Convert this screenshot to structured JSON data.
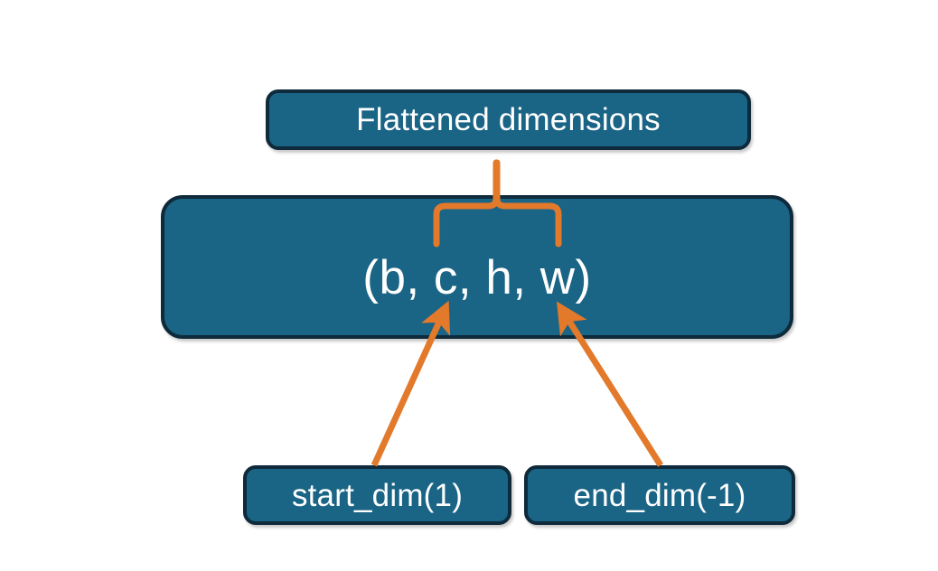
{
  "diagram": {
    "title": "Flatten dimensions diagram",
    "background_color": "#ffffff",
    "node_fill_color": "#1A6485",
    "node_border_color": "#0E2A3B",
    "node_text_color": "#ffffff",
    "connector_color": "#E2792B",
    "nodes": {
      "flattened": {
        "label": "Flattened dimensions"
      },
      "tuple": {
        "label": "(b, c, h, w)"
      },
      "start_dim": {
        "label": "start_dim(1)"
      },
      "end_dim": {
        "label": "end_dim(-1)"
      }
    },
    "connectors": {
      "brace": {
        "name": "curly-brace-up",
        "from": "tuple-inner-dims",
        "to": "flattened"
      },
      "arrow_start": {
        "name": "arrow-up-right",
        "from": "start_dim",
        "to": "tuple-c"
      },
      "arrow_end": {
        "name": "arrow-up-left",
        "from": "end_dim",
        "to": "tuple-w"
      }
    }
  }
}
